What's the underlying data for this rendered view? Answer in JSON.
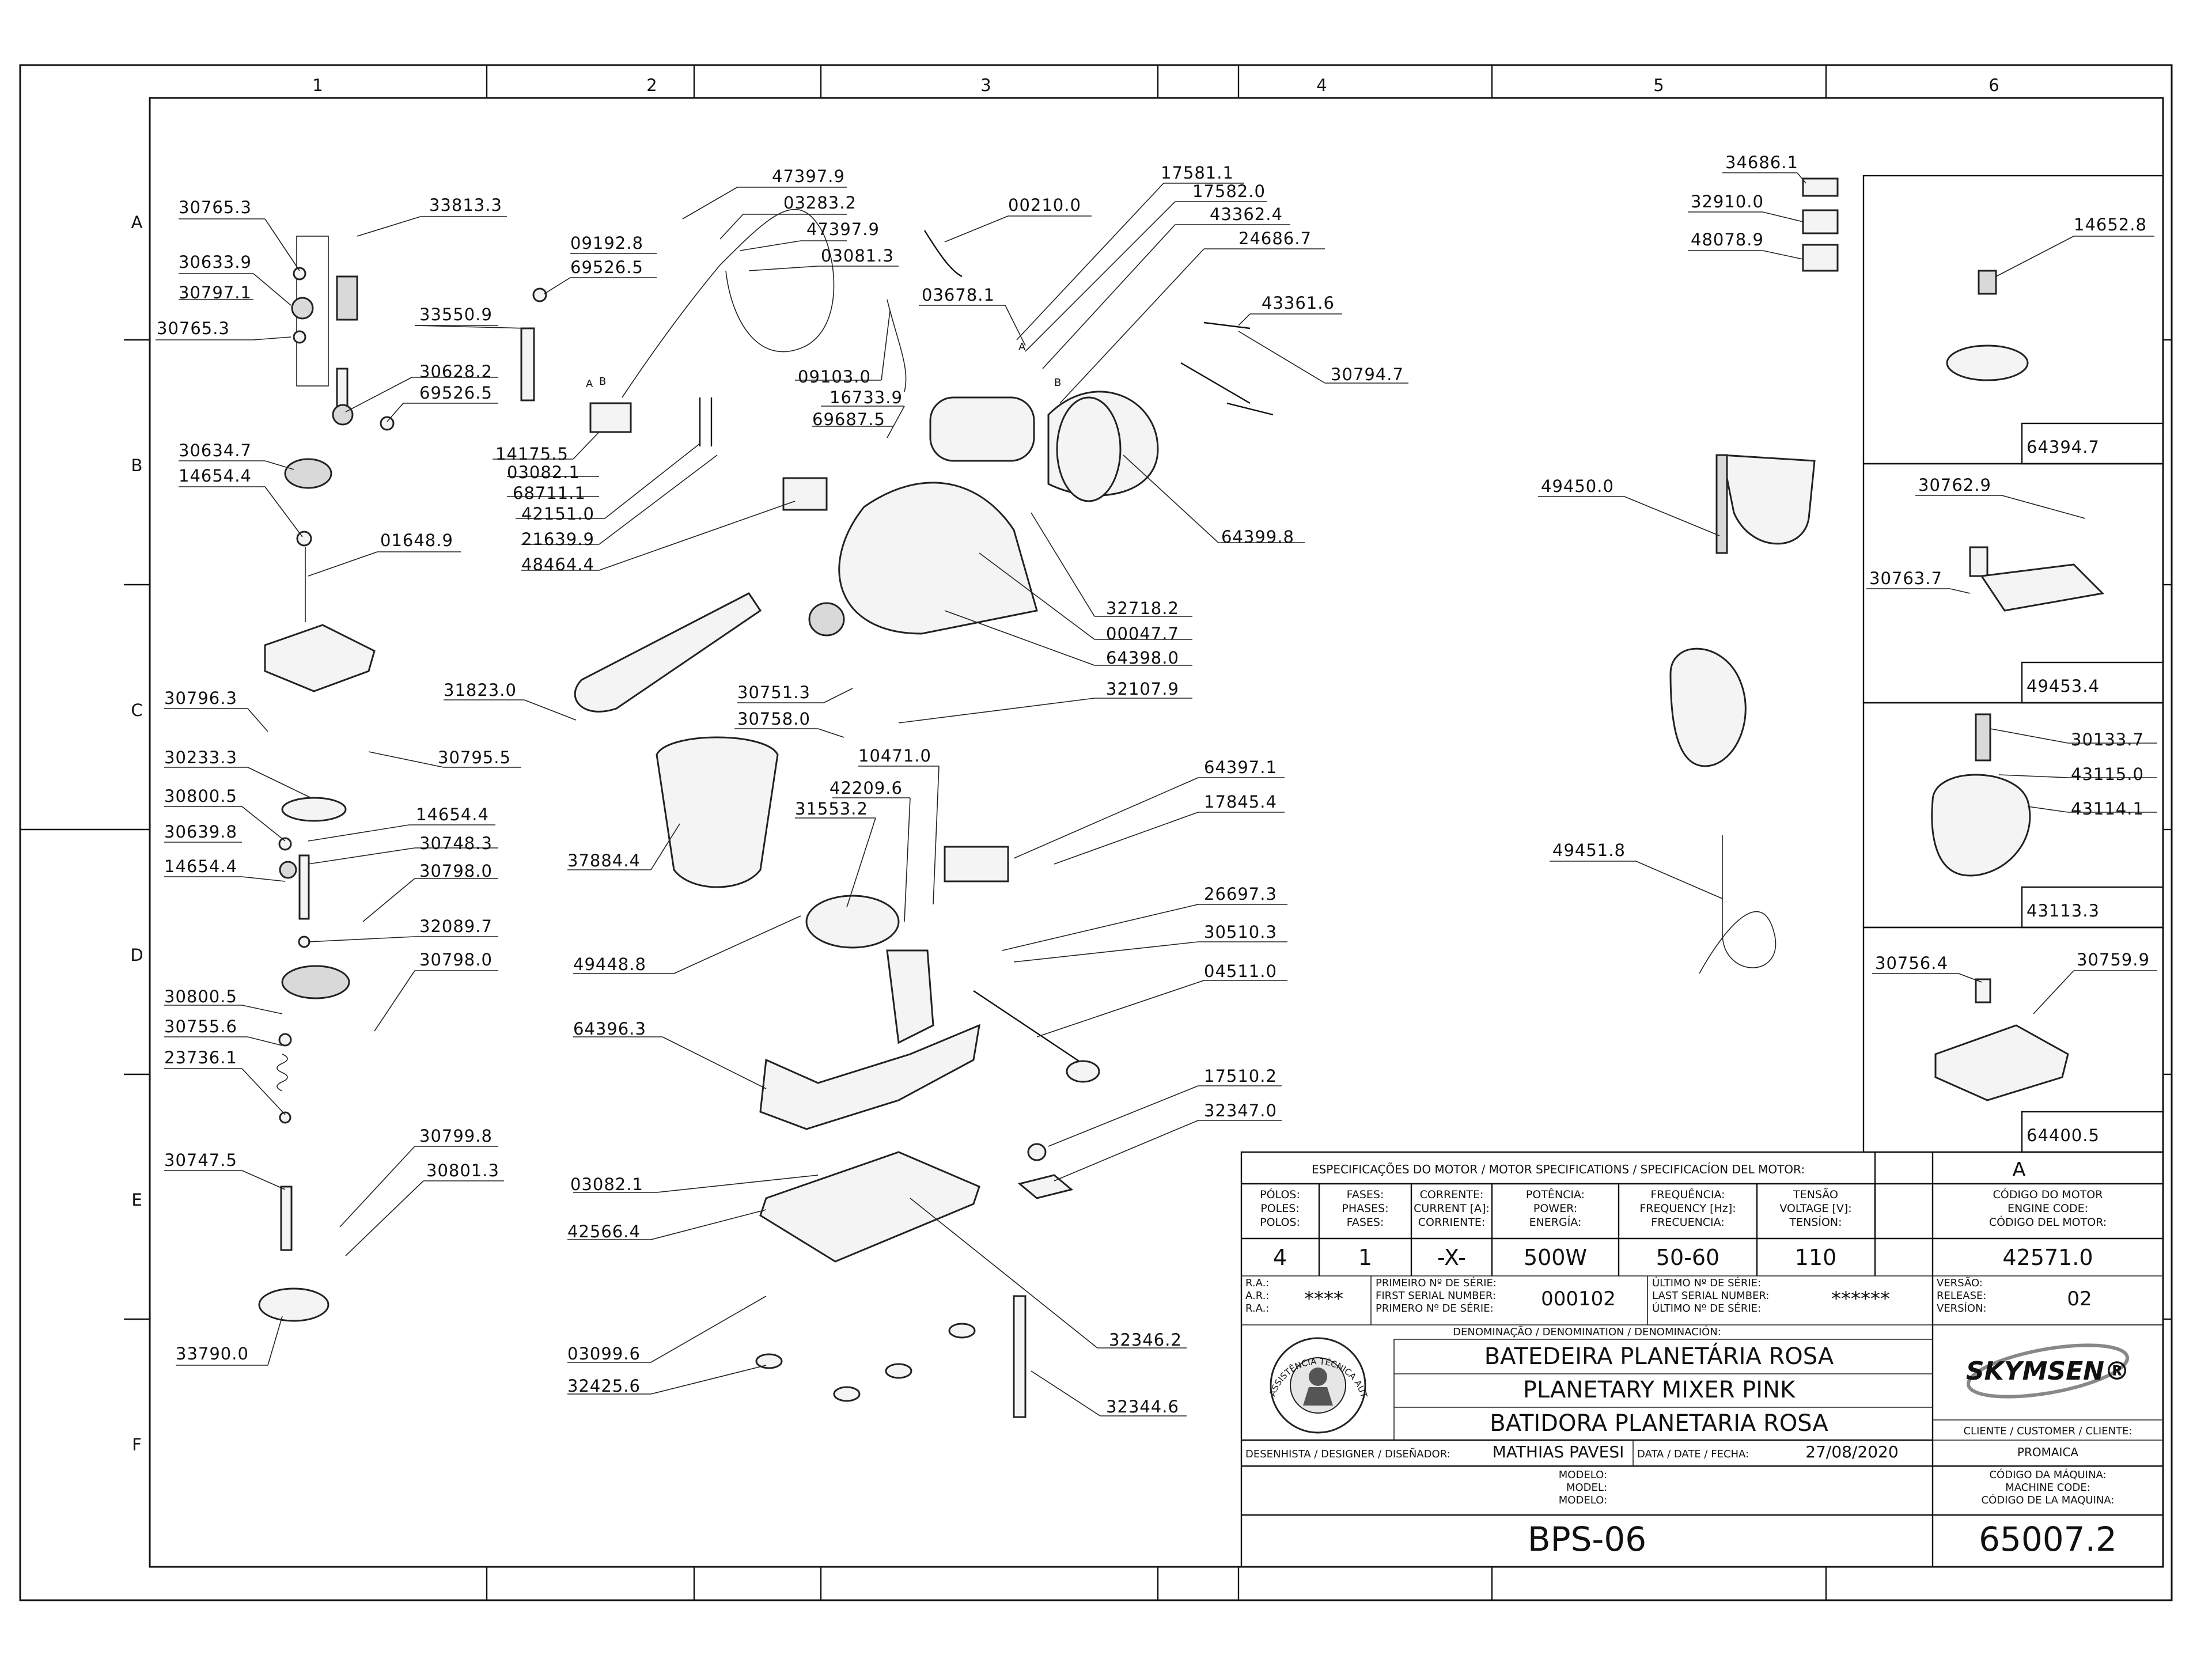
{
  "border": {
    "columns": [
      "1",
      "2",
      "3",
      "4",
      "5",
      "6"
    ],
    "rows": [
      "A",
      "B",
      "C",
      "D",
      "E",
      "F"
    ]
  },
  "callouts": [
    "30765.3",
    "33813.3",
    "30633.9",
    "30797.1",
    "30765.3",
    "33550.9",
    "30628.2",
    "69526.5",
    "30634.7",
    "14654.4",
    "01648.9",
    "30796.3",
    "30795.5",
    "30233.3",
    "30800.5",
    "30639.8",
    "14654.4",
    "14654.4",
    "30748.3",
    "30798.0",
    "32089.7",
    "30800.5",
    "30798.0",
    "30755.6",
    "23736.1",
    "30747.5",
    "30799.8",
    "30801.3",
    "33790.0",
    "47397.9",
    "03283.2",
    "47397.9",
    "03081.3",
    "09192.8",
    "69526.5",
    "09103.0",
    "16733.9",
    "69687.5",
    "14175.5",
    "03082.1",
    "68711.1",
    "42151.0",
    "21639.9",
    "48464.4",
    "00210.0",
    "03678.1",
    "17581.1",
    "17582.0",
    "43362.4",
    "24686.7",
    "43361.6",
    "30794.7",
    "64399.8",
    "32718.2",
    "00047.7",
    "64398.0",
    "31823.0",
    "30751.3",
    "32107.9",
    "30758.0",
    "10471.0",
    "42209.6",
    "31553.2",
    "37884.4",
    "64397.1",
    "17845.4",
    "26697.3",
    "30510.3",
    "04511.0",
    "49448.8",
    "64396.3",
    "17510.2",
    "32347.0",
    "03082.1",
    "42566.4",
    "32346.2",
    "03099.6",
    "32425.6",
    "32344.6",
    "34686.1",
    "32910.0",
    "48078.9",
    "49450.0",
    "49451.8",
    "14652.8",
    "30762.9",
    "30763.7",
    "30133.7",
    "43115.0",
    "43114.1",
    "30756.4",
    "30759.9"
  ],
  "inset_codes": [
    "64394.7",
    "49453.4",
    "43113.3",
    "64400.5"
  ],
  "marks": [
    "A",
    "B",
    "A",
    "B"
  ],
  "brand": "SKYMSEN®",
  "seal_text": "ASSISTÊNCIA TÉCNICA AUTORIZADA",
  "title_block": {
    "motor_header": "ESPECIFICAÇÕES DO MOTOR / MOTOR SPECIFICATIONS / SPECIFICACÍON DEL MOTOR:",
    "version_letter": "A",
    "col_labels": [
      [
        "PÓLOS:",
        "POLES:",
        "POLOS:"
      ],
      [
        "FASES:",
        "PHASES:",
        "FASES:"
      ],
      [
        "CORRENTE:",
        "CURRENT [A]:",
        "CORRIENTE:"
      ],
      [
        "POTÊNCIA:",
        "POWER:",
        "ENERGÍA:"
      ],
      [
        "FREQUÊNCIA:",
        "FREQUENCY [Hz]:",
        "FRECUENCIA:"
      ],
      [
        "TENSÃO",
        "VOLTAGE [V]:",
        "TENSÍON:"
      ]
    ],
    "col_values": [
      "4",
      "1",
      "-X-",
      "500W",
      "50-60",
      "110"
    ],
    "engine_code_label": [
      "CÓDIGO DO MOTOR",
      "ENGINE CODE:",
      "CÓDIGO DEL MOTOR:"
    ],
    "engine_code": "42571.0",
    "ra_labels": [
      "R.A.:",
      "A.R.:",
      "R.A.:"
    ],
    "ra_value": "****",
    "first_serial_labels": [
      "PRIMEIRO Nº DE SÉRIE:",
      "FIRST SERIAL NUMBER:",
      "PRIMERO Nº DE SÉRIE:"
    ],
    "first_serial": "000102",
    "last_serial_labels": [
      "ÚLTIMO Nº DE SÉRIE:",
      "LAST SERIAL NUMBER:",
      "ÚLTIMO Nº DE SÉRIE:"
    ],
    "last_serial": "******",
    "release_labels": [
      "VERSÃO:",
      "RELEASE:",
      "VERSÍON:"
    ],
    "release": "02",
    "denomination_label": "DENOMINAÇÃO / DENOMINATION / DENOMINACIÓN:",
    "names": [
      "BATEDEIRA PLANETÁRIA ROSA",
      "PLANETARY MIXER PINK",
      "BATIDORA PLANETARIA ROSA"
    ],
    "customer_label": "CLIENTE / CUSTOMER / CLIENTE:",
    "customer": "PROMAICA",
    "designer_label": "DESENHISTA / DESIGNER / DISEÑADOR:",
    "designer": "MATHIAS PAVESI",
    "date_label": "DATA / DATE / FECHA:",
    "date": "27/08/2020",
    "model_labels": [
      "MODELO:",
      "MODEL:",
      "MODELO:"
    ],
    "model": "BPS-06",
    "machine_code_labels": [
      "CÓDIGO DA MÁQUINA:",
      "MACHINE CODE:",
      "CÓDIGO DE LA MAQUINA:"
    ],
    "machine_code": "65007.2"
  }
}
